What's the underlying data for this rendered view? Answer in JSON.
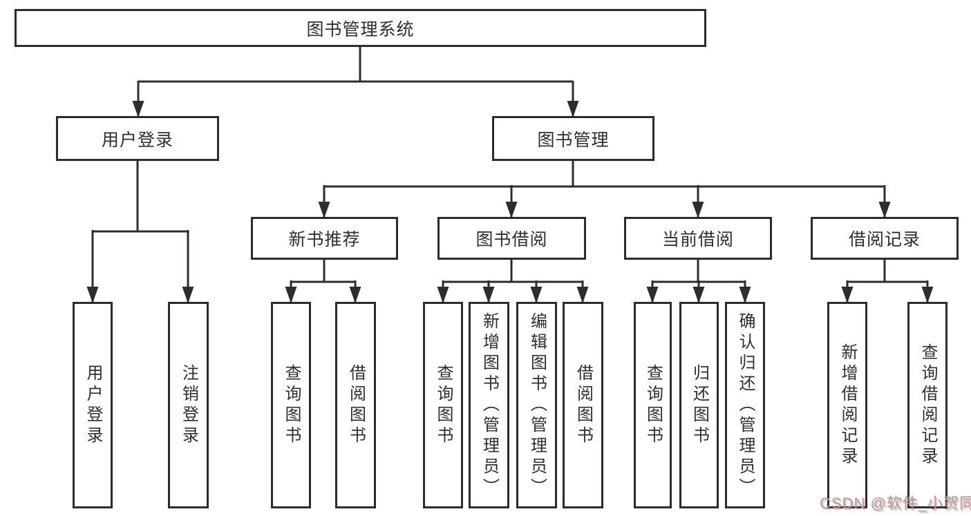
{
  "tree": {
    "label": "图书管理系统",
    "children": [
      {
        "label": "用户登录",
        "children": [
          {
            "label": "用户登录"
          },
          {
            "label": "注销登录"
          }
        ]
      },
      {
        "label": "图书管理",
        "children": [
          {
            "label": "新书推荐",
            "children": [
              {
                "label": "查询图书"
              },
              {
                "label": "借阅图书"
              }
            ]
          },
          {
            "label": "图书借阅",
            "children": [
              {
                "label": "查询图书"
              },
              {
                "label": "新增图书（管理员）"
              },
              {
                "label": "编辑图书（管理员）"
              },
              {
                "label": "借阅图书"
              }
            ]
          },
          {
            "label": "当前借阅",
            "children": [
              {
                "label": "查询图书"
              },
              {
                "label": "归还图书"
              },
              {
                "label": "确认归还（管理员）"
              }
            ]
          },
          {
            "label": "借阅记录",
            "children": [
              {
                "label": "新增借阅记录"
              },
              {
                "label": "查询借阅记录"
              }
            ]
          }
        ]
      }
    ]
  },
  "watermark": {
    "text": "CSDN @软件_小贺同学"
  },
  "colors": {
    "line": "#2d2d2d",
    "box_border": "#2b2b2b",
    "text": "#2e2e2e",
    "background": "#ffffff",
    "watermark_gray": "#a1a1a1",
    "watermark_red": "#e65a5a"
  }
}
